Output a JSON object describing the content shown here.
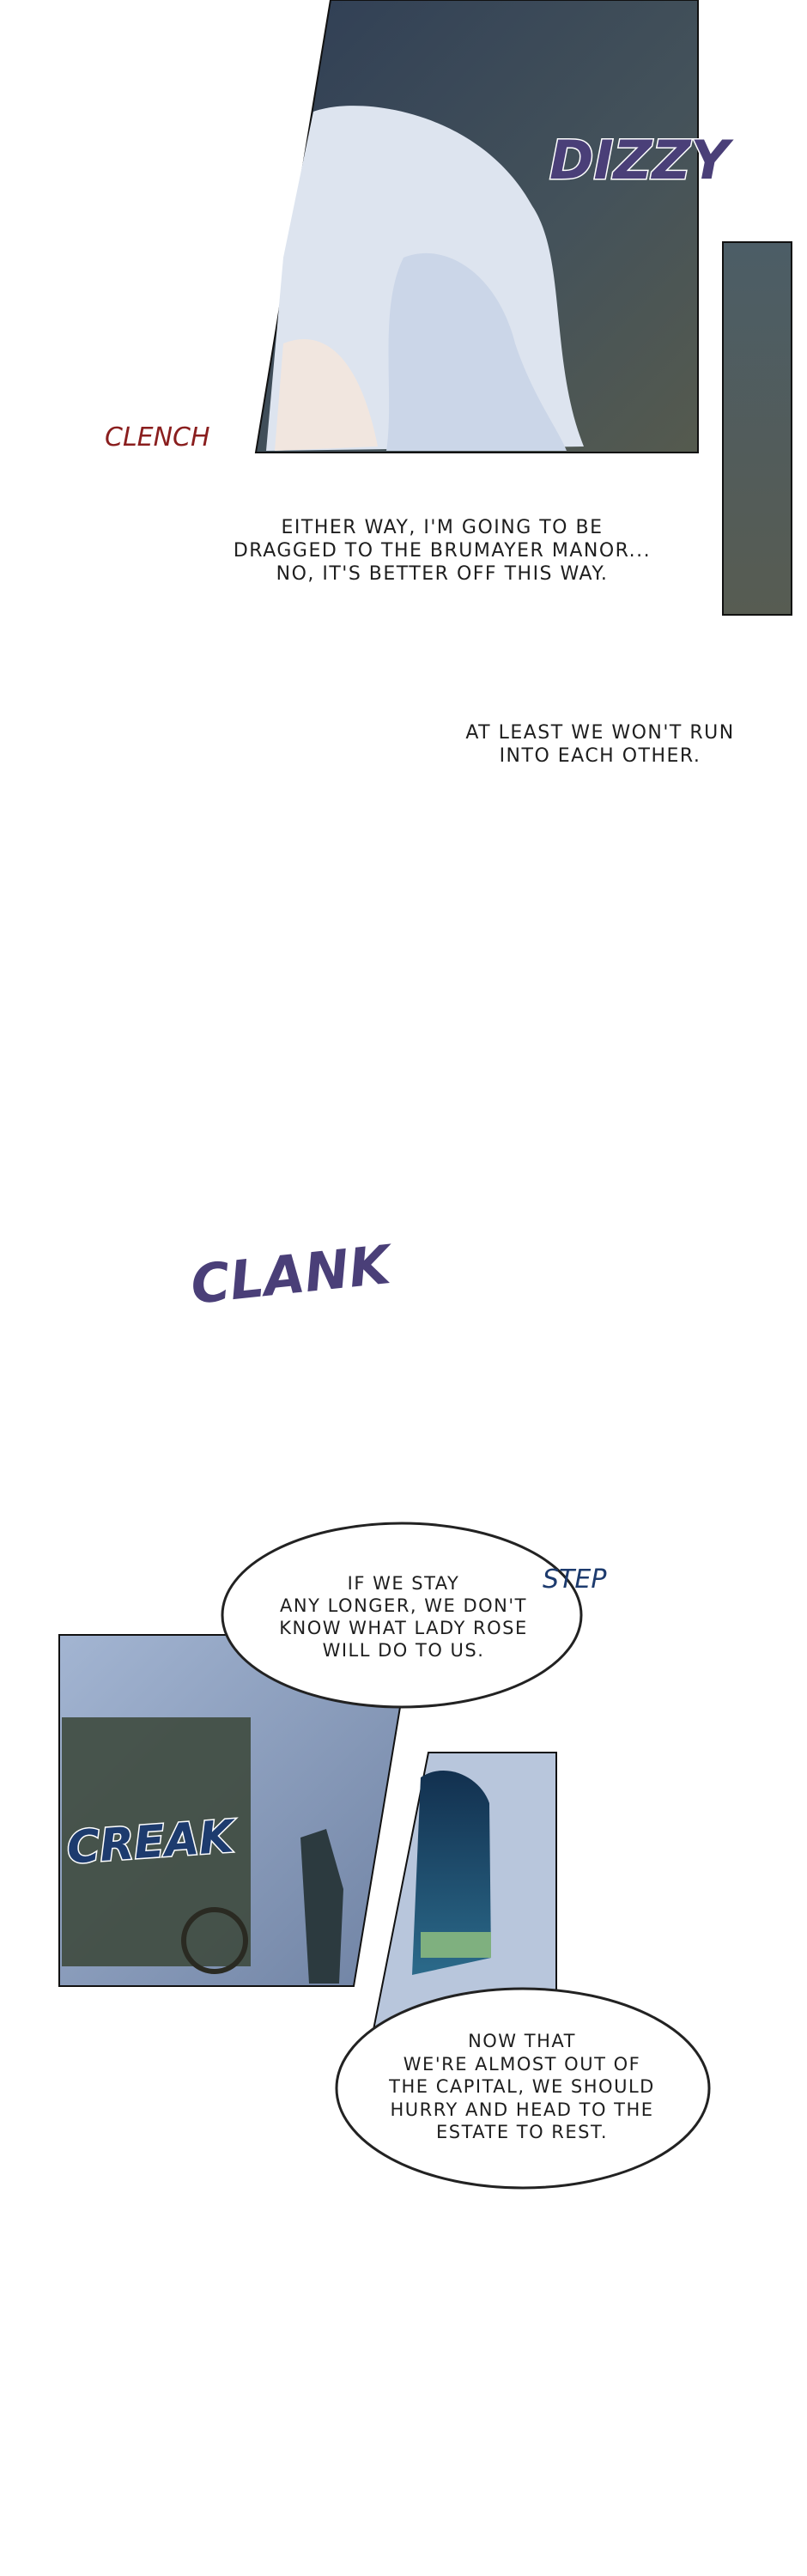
{
  "colors": {
    "panel_dark": "#3d4a52",
    "panel_blue": "#8fa3c2",
    "sfx_purple": "#4a3f78",
    "sfx_red": "#8a1e1e",
    "sfx_blue": "#1d3b6e",
    "text": "#1e1e1e"
  },
  "sound_effects": {
    "dizzy": "DIZZY",
    "clench": "CLENCH",
    "clank": "CLANK",
    "step": "STEP",
    "creak": "CREAK"
  },
  "captions": {
    "narration1": [
      "EITHER WAY, I'M GOING TO BE",
      "DRAGGED TO THE BRUMAYER MANOR...",
      "NO, IT'S BETTER OFF THIS WAY."
    ],
    "narration2": [
      "AT LEAST WE WON'T RUN",
      "INTO EACH OTHER."
    ]
  },
  "bubbles": {
    "bubble1": [
      "IF WE STAY",
      "ANY LONGER, WE DON'T",
      "KNOW WHAT LADY ROSE",
      "WILL DO TO US."
    ],
    "bubble2": [
      "NOW THAT",
      "WE'RE ALMOST OUT OF",
      "THE CAPITAL, WE SHOULD",
      "HURRY AND HEAD TO THE",
      "ESTATE TO REST."
    ]
  }
}
